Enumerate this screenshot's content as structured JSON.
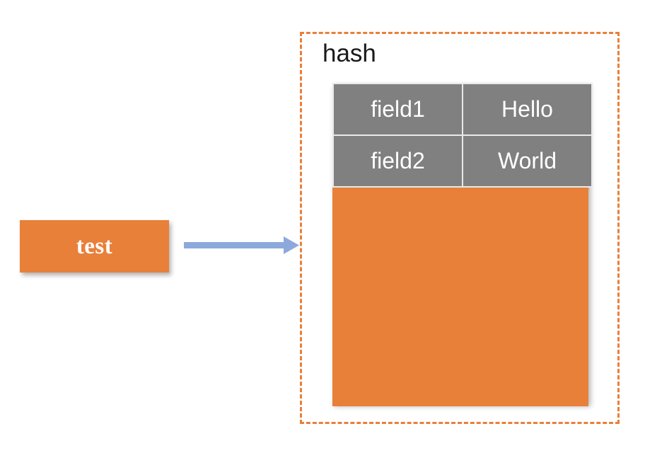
{
  "diagram": {
    "type": "redis-hash-structure",
    "key_box": {
      "label": "test"
    },
    "arrow": {
      "name": "points-to-arrow",
      "color": "#8DA9DB",
      "direction": "right"
    },
    "container": {
      "title": "hash",
      "border_color": "#E8803A",
      "border_style": "dashed"
    },
    "table": {
      "fill_color": "#808080",
      "text_color": "#FFFFFF",
      "rows": [
        {
          "field": "field1",
          "value": "Hello"
        },
        {
          "field": "field2",
          "value": "World"
        }
      ]
    },
    "colors": {
      "orange": "#E8803A",
      "gray": "#808080",
      "arrow_blue": "#8DA9DB",
      "background": "#FFFFFF"
    }
  }
}
